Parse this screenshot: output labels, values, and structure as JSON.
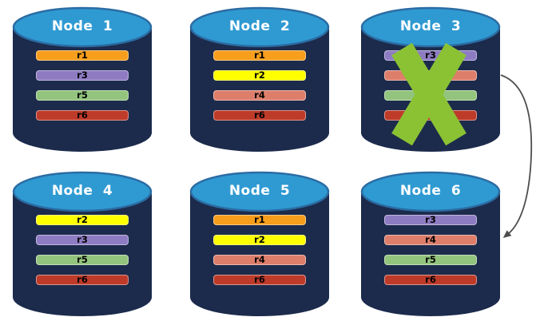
{
  "diagram": {
    "background": "#FFFFFF",
    "nodes": [
      {
        "id": "node-1",
        "title": "Node 1",
        "failed": false,
        "replicas": [
          {
            "label": "r1",
            "color": "#F79E1C"
          },
          {
            "label": "r3",
            "color": "#8E7CC3"
          },
          {
            "label": "r5",
            "color": "#93C47D"
          },
          {
            "label": "r6",
            "color": "#BE3B2A"
          }
        ]
      },
      {
        "id": "node-2",
        "title": "Node 2",
        "failed": false,
        "replicas": [
          {
            "label": "r1",
            "color": "#F79E1C"
          },
          {
            "label": "r2",
            "color": "#FFFF00"
          },
          {
            "label": "r4",
            "color": "#DD7E6B"
          },
          {
            "label": "r6",
            "color": "#BE3B2A"
          }
        ]
      },
      {
        "id": "node-3",
        "title": "Node 3",
        "failed": true,
        "replicas": [
          {
            "label": "r3",
            "color": "#8E7CC3"
          },
          {
            "label": "",
            "color": "#DD7E6B"
          },
          {
            "label": "",
            "color": "#93C47D"
          },
          {
            "label": "",
            "color": "#BE3B2A"
          }
        ]
      },
      {
        "id": "node-4",
        "title": "Node 4",
        "failed": false,
        "replicas": [
          {
            "label": "r2",
            "color": "#FFFF00"
          },
          {
            "label": "r3",
            "color": "#8E7CC3"
          },
          {
            "label": "r5",
            "color": "#93C47D"
          },
          {
            "label": "r6",
            "color": "#BE3B2A"
          }
        ]
      },
      {
        "id": "node-5",
        "title": "Node 5",
        "failed": false,
        "replicas": [
          {
            "label": "r1",
            "color": "#F79E1C"
          },
          {
            "label": "r2",
            "color": "#FFFF00"
          },
          {
            "label": "r4",
            "color": "#DD7E6B"
          },
          {
            "label": "r6",
            "color": "#BE3B2A"
          }
        ]
      },
      {
        "id": "node-6",
        "title": "Node 6",
        "failed": false,
        "replicas": [
          {
            "label": "r3",
            "color": "#8E7CC3"
          },
          {
            "label": "r4",
            "color": "#DD7E6B"
          },
          {
            "label": "r5",
            "color": "#93C47D"
          },
          {
            "label": "r6",
            "color": "#BE3B2A"
          }
        ]
      }
    ],
    "failure_mark": {
      "node": "node-3",
      "shape": "x-mark",
      "color": "#8BC234"
    },
    "arrow": {
      "from": "node-3",
      "to": "node-6",
      "color": "#4D4D4D"
    },
    "colors": {
      "cylinder_body": "#1C2B4C",
      "cylinder_top": "#2F9AD2",
      "cylinder_top_border": "#2B6CA3",
      "title_text": "#FFFFFF",
      "replica_text": "#000000"
    }
  }
}
